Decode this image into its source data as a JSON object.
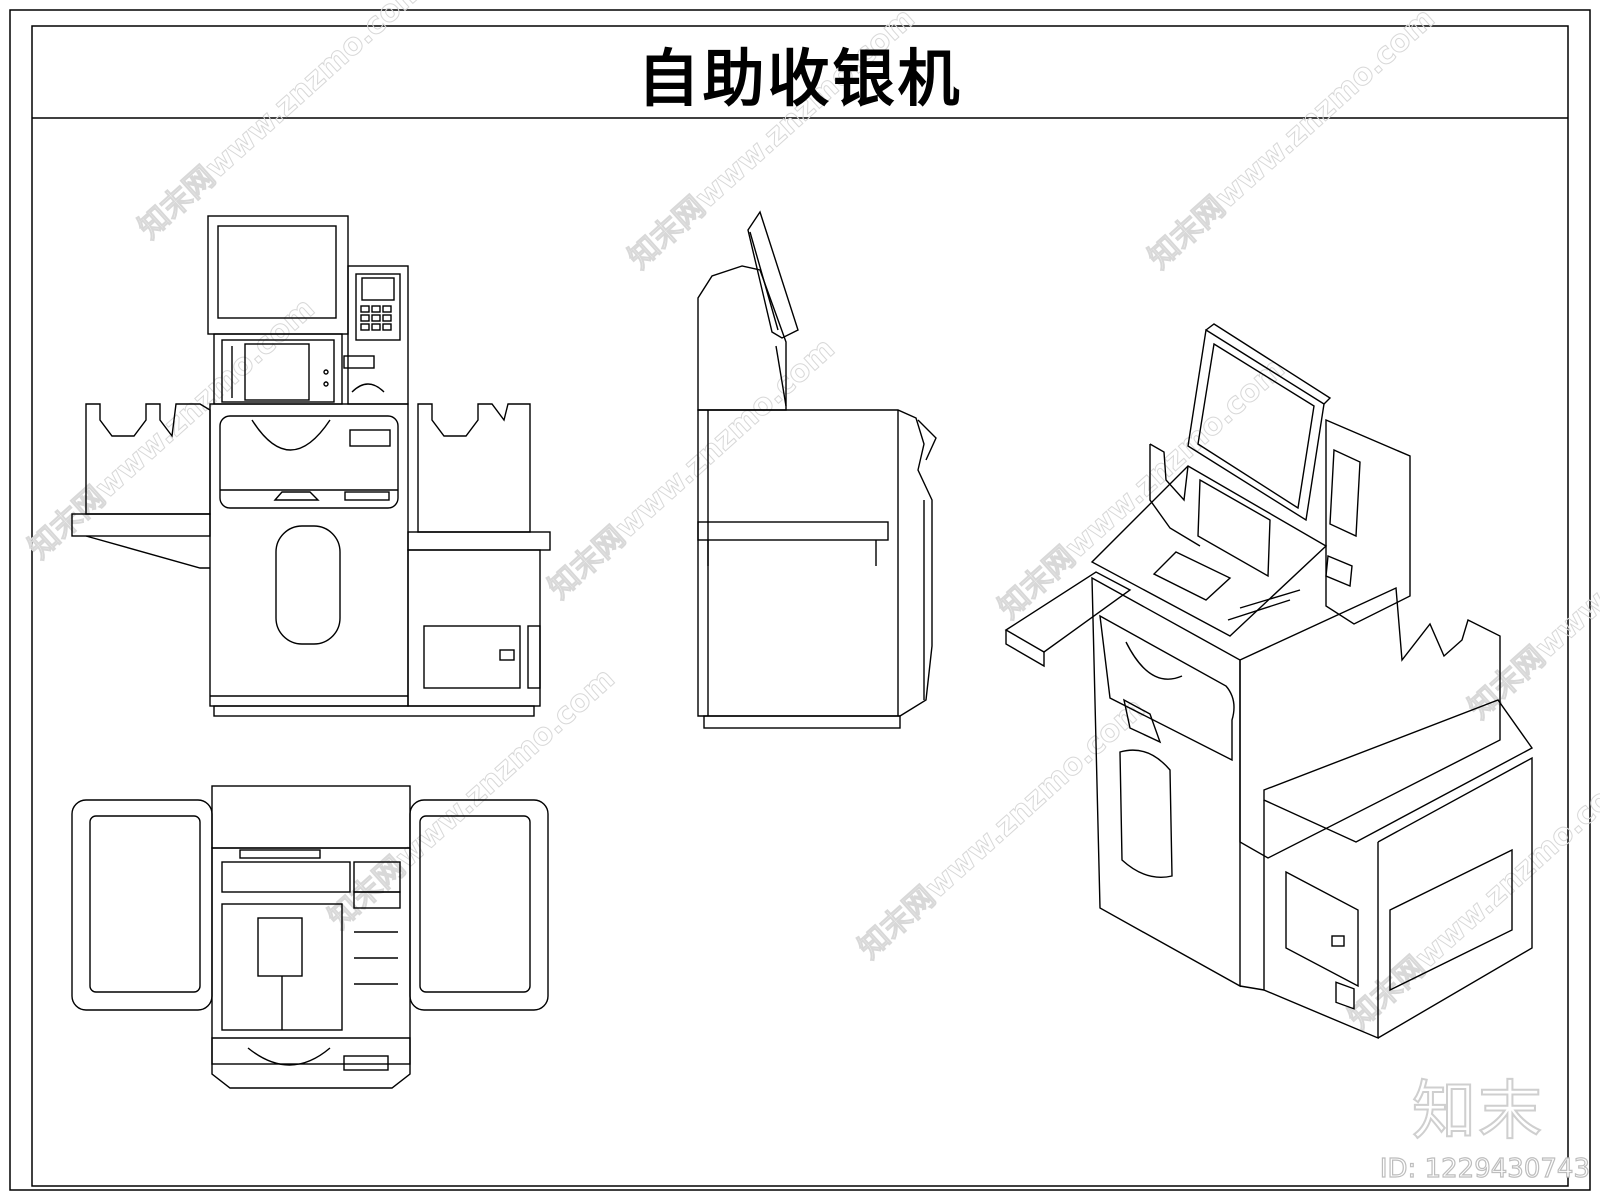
{
  "drawing": {
    "title": "自助收银机",
    "views": [
      {
        "id": "front-elevation",
        "label": ""
      },
      {
        "id": "side-elevation",
        "label": ""
      },
      {
        "id": "plan-view",
        "label": ""
      },
      {
        "id": "isometric-view",
        "label": ""
      }
    ]
  },
  "watermark": {
    "repeat_text": "知末网www.znzmo.com",
    "brand": "知末",
    "id_text": "ID: 1229430743"
  },
  "colors": {
    "line": "#000000",
    "background": "#ffffff",
    "watermark": "#d8d8d8"
  }
}
